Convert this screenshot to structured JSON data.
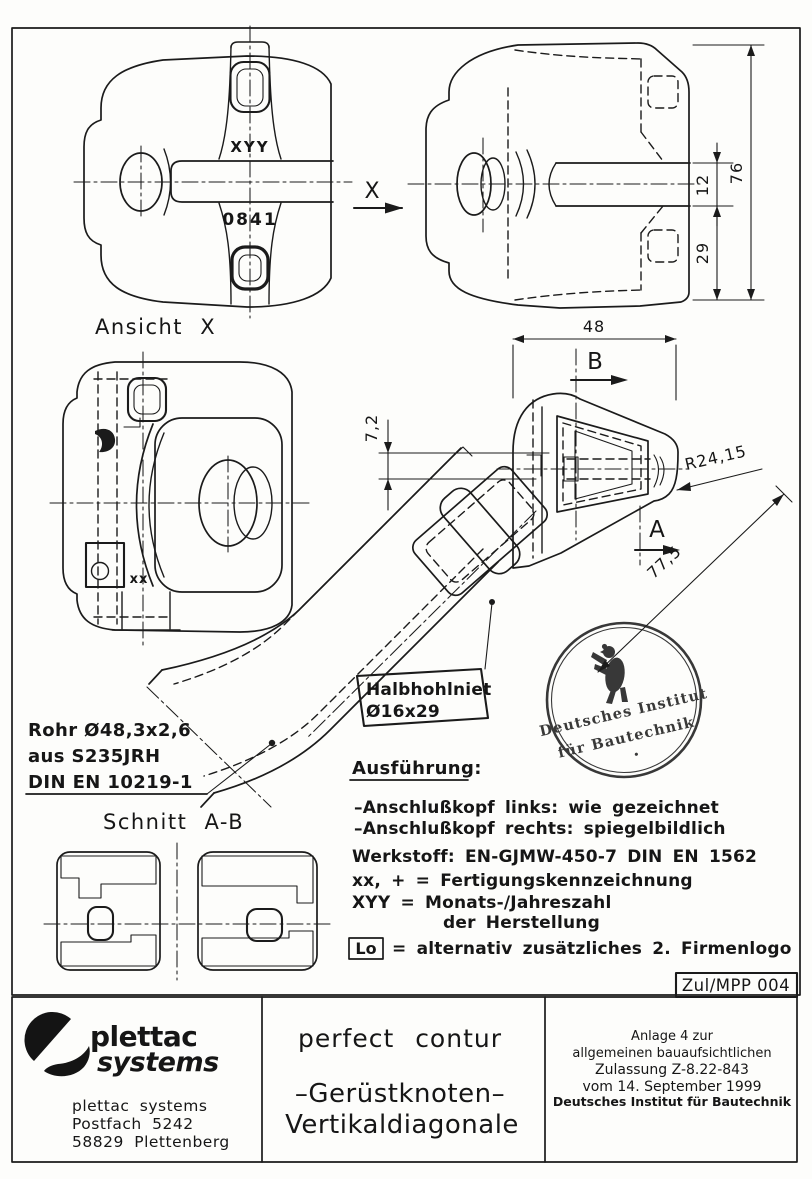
{
  "page": {
    "paper": "#fdfdfb",
    "ink": "#1b1b1b"
  },
  "marks": {
    "xyy": "XYY",
    "cast_no": "0841",
    "xx": "xx"
  },
  "views": {
    "x_arrow": "X",
    "ansicht_x": "Ansicht X",
    "b_label": "B",
    "a_label": "A",
    "schnitt_ab": "Schnitt A-B"
  },
  "dims": {
    "h12": "12",
    "h29": "29",
    "h76": "76",
    "w48": "48",
    "t72": "7,2",
    "radius": "R24,15",
    "diag": "77,5"
  },
  "notes": {
    "rohr1": "Rohr Ø48,3x2,6",
    "rohr2": "aus S235JRH",
    "rohr3": "DIN EN 10219-1",
    "rivet1": "Halbhohlniet",
    "rivet2": "Ø16x29",
    "ausf_head": "Ausführung:",
    "ausf1": "–Anschlußkopf links: wie gezeichnet",
    "ausf2": "–Anschlußkopf rechts: spiegelbildlich",
    "werkstoff": "Werkstoff: EN-GJMW-450-7 DIN EN 1562",
    "fert": "xx, + = Fertigungskennzeichnung",
    "monat1": "XYY  = Monats-/Jahreszahl",
    "monat2": "der Herstellung",
    "lo": "Lo",
    "lo_text": "= alternativ zusätzliches 2. Firmenlogo"
  },
  "stamp": {
    "line1": "Deutsches Institut",
    "line2": "für Bautechnik"
  },
  "title_block": {
    "doc_no": "Zul/MPP 004",
    "brand1": "plettac",
    "brand2": "systems",
    "addr1": "plettac systems",
    "addr2": "Postfach 5242",
    "addr3": "58829 Plettenberg",
    "product": "perfect contur",
    "title1": "–Gerüstknoten–",
    "title2": "Vertikaldiagonale",
    "approval1": "Anlage 4  zur",
    "approval2": "allgemeinen bauaufsichtlichen",
    "approval3": "Zulassung Z-8.22-843",
    "approval4": "vom 14. September 1999",
    "approval5": "Deutsches Institut für Bautechnik"
  }
}
